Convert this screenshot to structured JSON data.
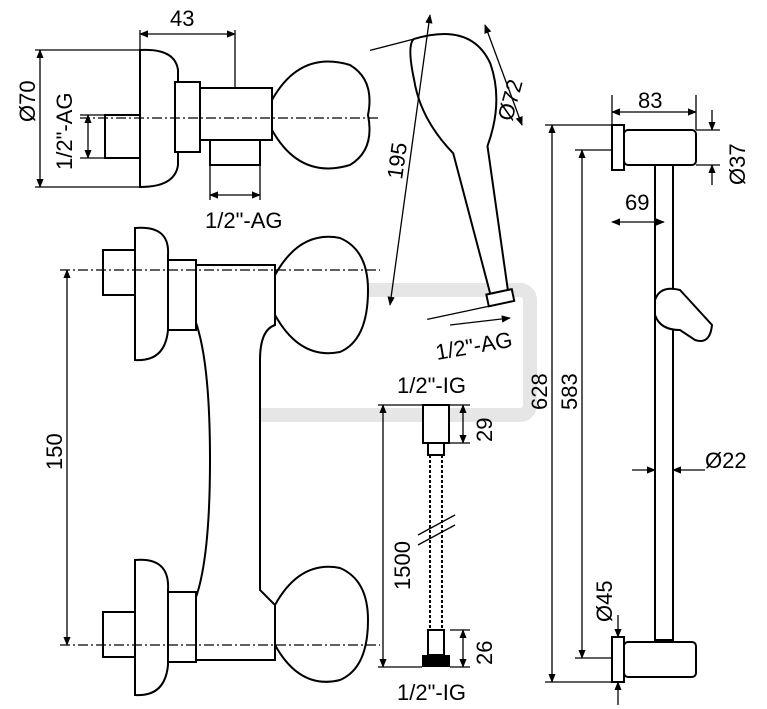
{
  "mixer_top": {
    "width": "43",
    "rosette_dia": "Ø70",
    "inlet_thread": "1/2\"-AG",
    "outlet_thread": "1/2\"-AG"
  },
  "mixer_front": {
    "center_distance": "150"
  },
  "hand_shower": {
    "length": "195",
    "head_dia": "Ø72",
    "thread": "1/2\"-AG"
  },
  "hose": {
    "top_thread": "1/2\"-IG",
    "top_nut": "29",
    "length": "1500",
    "bottom_nut": "26",
    "bottom_thread": "1/2\"-IG"
  },
  "rail": {
    "bracket_depth": "83",
    "bracket_dia": "Ø37",
    "rail_offset": "69",
    "total_height": "628",
    "fixing_distance": "583",
    "rail_dia": "Ø22",
    "rosette_dia": "Ø45"
  }
}
